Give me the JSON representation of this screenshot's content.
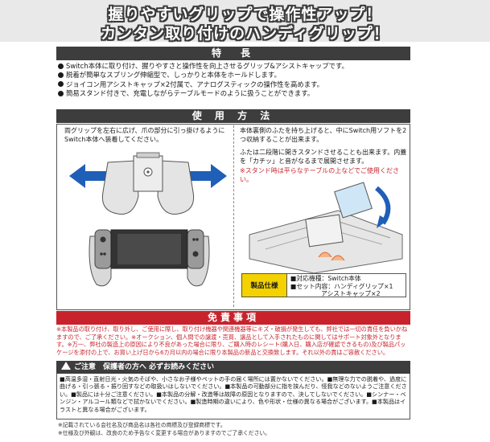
{
  "header": {
    "line1": "握りやすいグリップで操作性アップ！",
    "line2": "カンタン取り付けのハンディグリップ！"
  },
  "features": {
    "title": "特　長",
    "items": [
      "Switch本体に取り付け、握りやすさと操作性を向上させるグリップ&アシストキャップです。",
      "脱着が簡単なスプリング伸縮型で、しっかりと本体をホールドします。",
      "ジョイコン用アシストキャップ×2付属で、アナログスティックの操作性を高めます。",
      "簡易スタンド付きで、充電しながらテーブルモードのように扱うことができます。"
    ]
  },
  "usage": {
    "title": "使 用 方 法",
    "left_text": "両グリップを左右に広げ、爪の部分に引っ掛けるようにSwitch本体へ装着してください。",
    "right_text1": "本体裏側のふたを持ち上げると、中にSwitch用ソフトを2つ収納することが出来ます。",
    "right_text2": "ふたは二段階に開きスタンドさせることも出来ます。内蓋を「カチッ」と音がなるまで展開させます。",
    "right_note": "※スタンド時は平らなテーブルの上などでご使用ください。"
  },
  "spec": {
    "label": "製品仕様",
    "line1": "■対応機種：Switch本体",
    "line2": "■セット内容：ハンディグリップ×1",
    "line3": "アシストキャップ×2"
  },
  "disclaimer": {
    "title": "免責事項",
    "text": "※本製品の取り付け、取り外し、ご使用に際し、取り付け機器や関連機器等にキズ・破損が発生しても、弊社では一切の責任を負いかねますので、ご了承ください。※オークション、個人間での譲渡・売買、譲品として入手されたものに関してはサポート対象外となります。※万一、弊社の製造上の原因により不良があった場合に限り、ご購入時のレシート(購入日、購入店が確認できるもの)及び製品パッケージを添付の上で、お買い上げ日から6カ月以内の場合に限り本製品の新品と交換致します。それ以外の責はご容赦ください。"
  },
  "caution": {
    "title": "ご注意　保護者の方へ 必ずお読みください",
    "text": "■高温多湿・直射日光・火気のそばや、小さなお子様やペットの手の届く場所には置かないでください。■無理な力での脱着や、過度に曲げる・引っ張る・振り回すなどの取扱いはしないでください。■本製品の可動部分に指を挟んだり、怪我などのないようご注意ください。■製品には十分ご注意ください。■本製品の分解・改造等は故障の原因となりますので、決してしないでください。■シンナー・ベンジン・アルコール類などで拭かないでください。■製造時期の違いにより、色や形状・仕様の異なる場合がございます。■本製品はイラストと異なる場合がございます。"
  },
  "notes": [
    "※記載されている会社名及び商品名は各社の商標及び登録商標です。",
    "※仕様及び外観は、改良のため予告なく変更する場合がありますのでご了承ください。"
  ],
  "colors": {
    "accent_red": "#c8232c",
    "dark_bar": "#3d3d3d",
    "spec_yellow": "#f3d200",
    "arrow_blue": "#1f5fb8"
  }
}
